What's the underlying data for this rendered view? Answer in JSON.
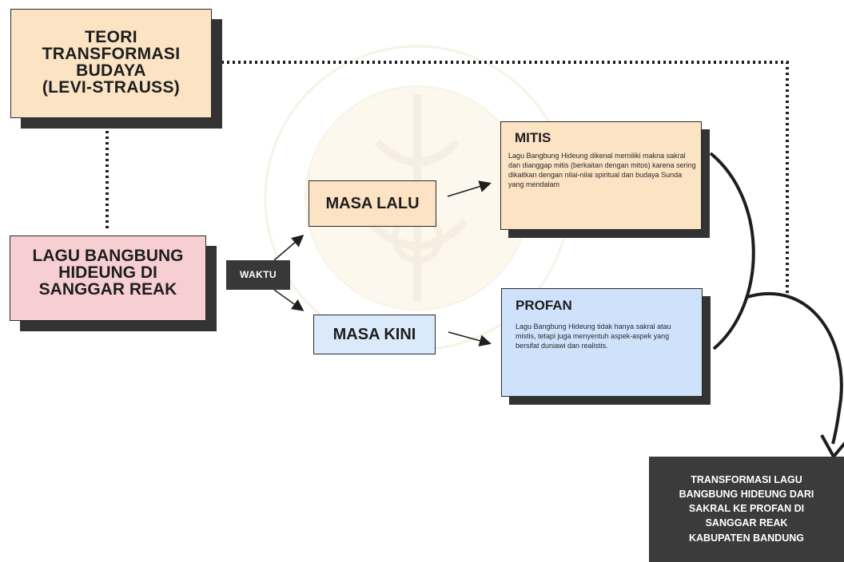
{
  "nodes": {
    "teori": "TEORI\nTRANSFORMASI\nBUDAYA\n(LEVI-STRAUSS)",
    "lagu": "LAGU BANGBUNG\nHIDEUNG DI\nSANGGAR REAK",
    "waktu": "WAKTU",
    "masa_lalu": "MASA LALU",
    "masa_kini": "MASA KINI",
    "mitis": {
      "title": "MITIS",
      "body": "Lagu Bangbung Hideung dikenal memiliki makna sakral dan dianggap mitis (berkaitan dengan mitos) karena sering dikaitkan dengan nilai-nilai spiritual dan budaya Sunda yang mendalam"
    },
    "profan": {
      "title": "PROFAN",
      "body": "Lagu Bangbung Hideung  tidak hanya sakral atau mistis, tetapi juga menyentuh aspek-aspek yang bersifat duniawi dan realistis."
    },
    "result": "TRANSFORMASI LAGU\nBANGBUNG HIDEUNG DARI\nSAKRAL KE PROFAN DI\nSANGGAR REAK\nKABUPATEN BANDUNG"
  },
  "colors": {
    "peach": "#fbe3c4",
    "pink": "#f7cfd3",
    "blue": "#cfe2fb",
    "dark": "#3b3b3b",
    "shadow": "#333333"
  }
}
